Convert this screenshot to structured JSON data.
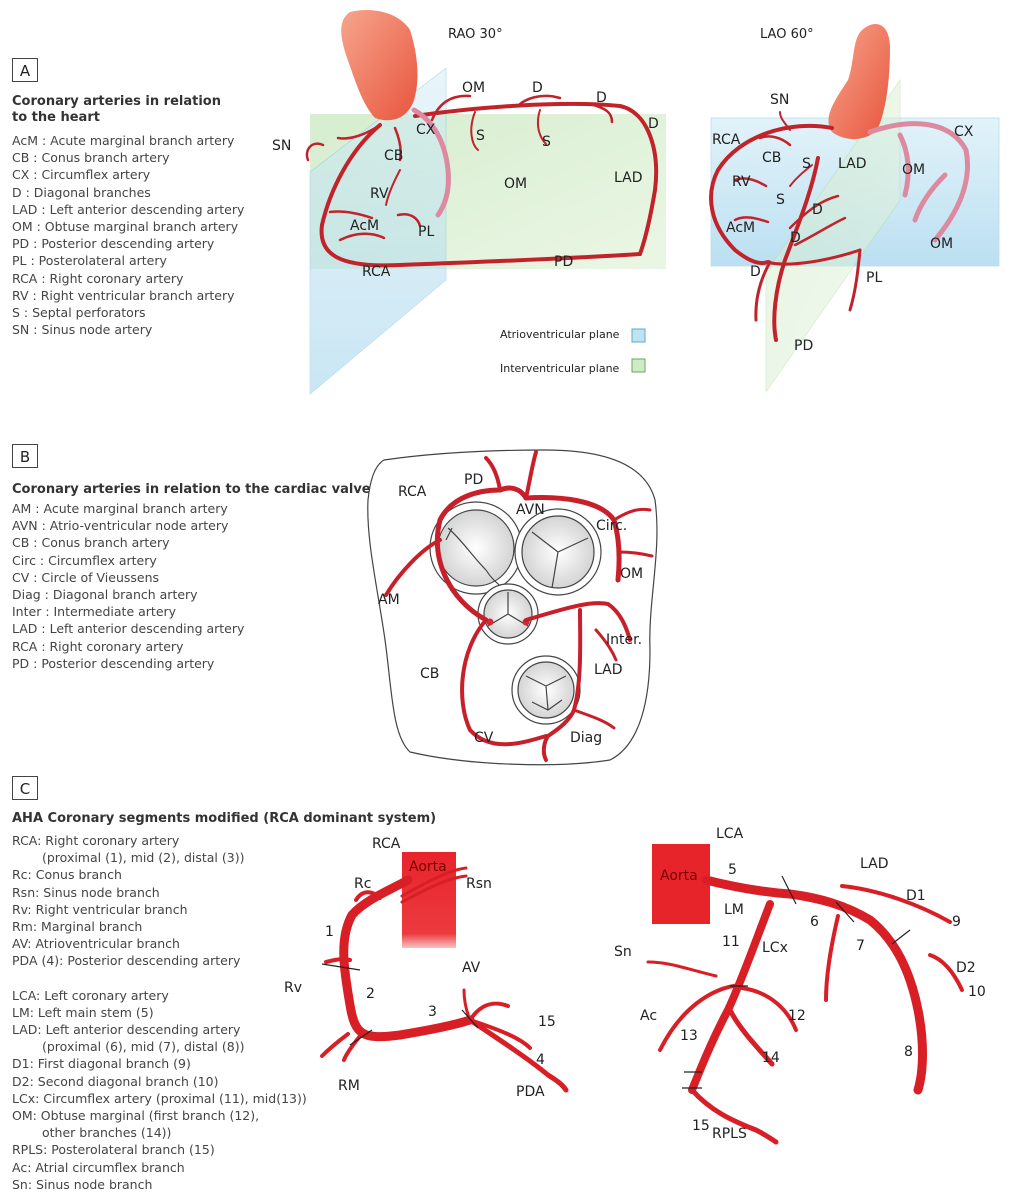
{
  "panels": {
    "a": {
      "label": "A",
      "title_l1": "Coronary arteries in relation",
      "title_l2": "to the heart",
      "legend": [
        "AcM : Acute marginal branch artery",
        "CB : Conus branch artery",
        "CX : Circumflex artery",
        "D : Diagonal branches",
        "LAD : Left anterior descending artery",
        "OM : Obtuse marginal branch artery",
        "PD : Posterior descending artery",
        "PL : Posterolateral artery",
        "RCA : Right coronary artery",
        "RV : Right ventricular branch artery",
        "S : Septal perforators",
        "SN : Sinus node artery"
      ],
      "rao_title": "RAO 30°",
      "lao_title": "LAO 60°",
      "rao_labels": {
        "om": "OM",
        "d1": "D",
        "d2": "D",
        "d3": "D",
        "sn": "SN",
        "cx": "CX",
        "s1": "S",
        "s2": "S",
        "cb": "CB",
        "om2": "OM",
        "lad": "LAD",
        "rv": "RV",
        "acm": "AcM",
        "pl": "PL",
        "rca": "RCA",
        "pd": "PD"
      },
      "lao_labels": {
        "sn": "SN",
        "cx": "CX",
        "rca": "RCA",
        "cb": "CB",
        "s1": "S",
        "lad": "LAD",
        "om1": "OM",
        "rv": "RV",
        "s2": "S",
        "d1": "D",
        "acm": "AcM",
        "d2": "D",
        "om2": "OM",
        "d3": "D",
        "pl": "PL",
        "pd": "PD"
      },
      "plane_legend": {
        "av": "Atrioventricular plane",
        "iv": "Interventricular plane"
      },
      "colors": {
        "artery": "#c0242a",
        "av_plane": "#bfe3f3",
        "iv_plane": "#cfeac6",
        "aorta": "#f08060"
      }
    },
    "b": {
      "label": "B",
      "title": "Coronary arteries in relation to the cardiac valves",
      "legend": [
        "AM : Acute marginal branch artery",
        "AVN : Atrio-ventricular node artery",
        "CB : Conus branch artery",
        "Circ : Circumflex artery",
        "CV : Circle of Vieussens",
        "Diag : Diagonal branch artery",
        "Inter : Intermediate artery",
        "LAD : Left anterior descending artery",
        "RCA : Right coronary artery",
        "PD : Posterior descending artery"
      ],
      "labels": {
        "rca": "RCA",
        "pd": "PD",
        "avn": "AVN",
        "circ": "Circ.",
        "om": "OM",
        "am": "AM",
        "inter": "Inter.",
        "lad": "LAD",
        "cb": "CB",
        "cv": "CV",
        "diag": "Diag"
      }
    },
    "c": {
      "label": "C",
      "title": "AHA Coronary segments modified (RCA dominant system)",
      "legend": [
        "RCA: Right coronary artery",
        "  (proximal (1), mid (2), distal (3))",
        "Rc: Conus branch",
        "Rsn: Sinus node branch",
        "Rv: Right ventricular branch",
        "Rm: Marginal branch",
        "AV: Atrioventricular branch",
        "PDA (4): Posterior descending artery",
        "",
        "LCA: Left coronary artery",
        "LM: Left main stem (5)",
        "LAD: Left anterior descending artery",
        "  (proximal (6), mid (7), distal (8))",
        "D1: First diagonal branch (9)",
        "D2: Second diagonal branch (10)",
        "LCx: Circumflex artery (proximal (11), mid(13))",
        "OM: Obtuse marginal (first branch (12),",
        "  other branches (14))",
        "RPLS: Posterolateral branch (15)",
        "Ac: Atrial circumflex branch",
        "Sn: Sinus node branch"
      ],
      "rca_labels": {
        "rca": "RCA",
        "aorta": "Aorta",
        "rc": "Rc",
        "rsn": "Rsn",
        "s1": "1",
        "rv": "Rv",
        "s2": "2",
        "av": "AV",
        "s3": "3",
        "s15": "15",
        "s4": "4",
        "rm": "RM",
        "pda": "PDA"
      },
      "lca_labels": {
        "lca": "LCA",
        "aorta": "Aorta",
        "s5": "5",
        "lad": "LAD",
        "lm": "LM",
        "s6": "6",
        "d1": "D1",
        "s9": "9",
        "s11": "11",
        "lcx": "LCx",
        "s7": "7",
        "sn": "Sn",
        "d2": "D2",
        "s10": "10",
        "ac": "Ac",
        "s12": "12",
        "s13": "13",
        "s14": "14",
        "s8": "8",
        "s15": "15",
        "rpls": "RPLS"
      },
      "colors": {
        "artery": "#d81f26",
        "aorta": "#e8242b"
      }
    }
  }
}
